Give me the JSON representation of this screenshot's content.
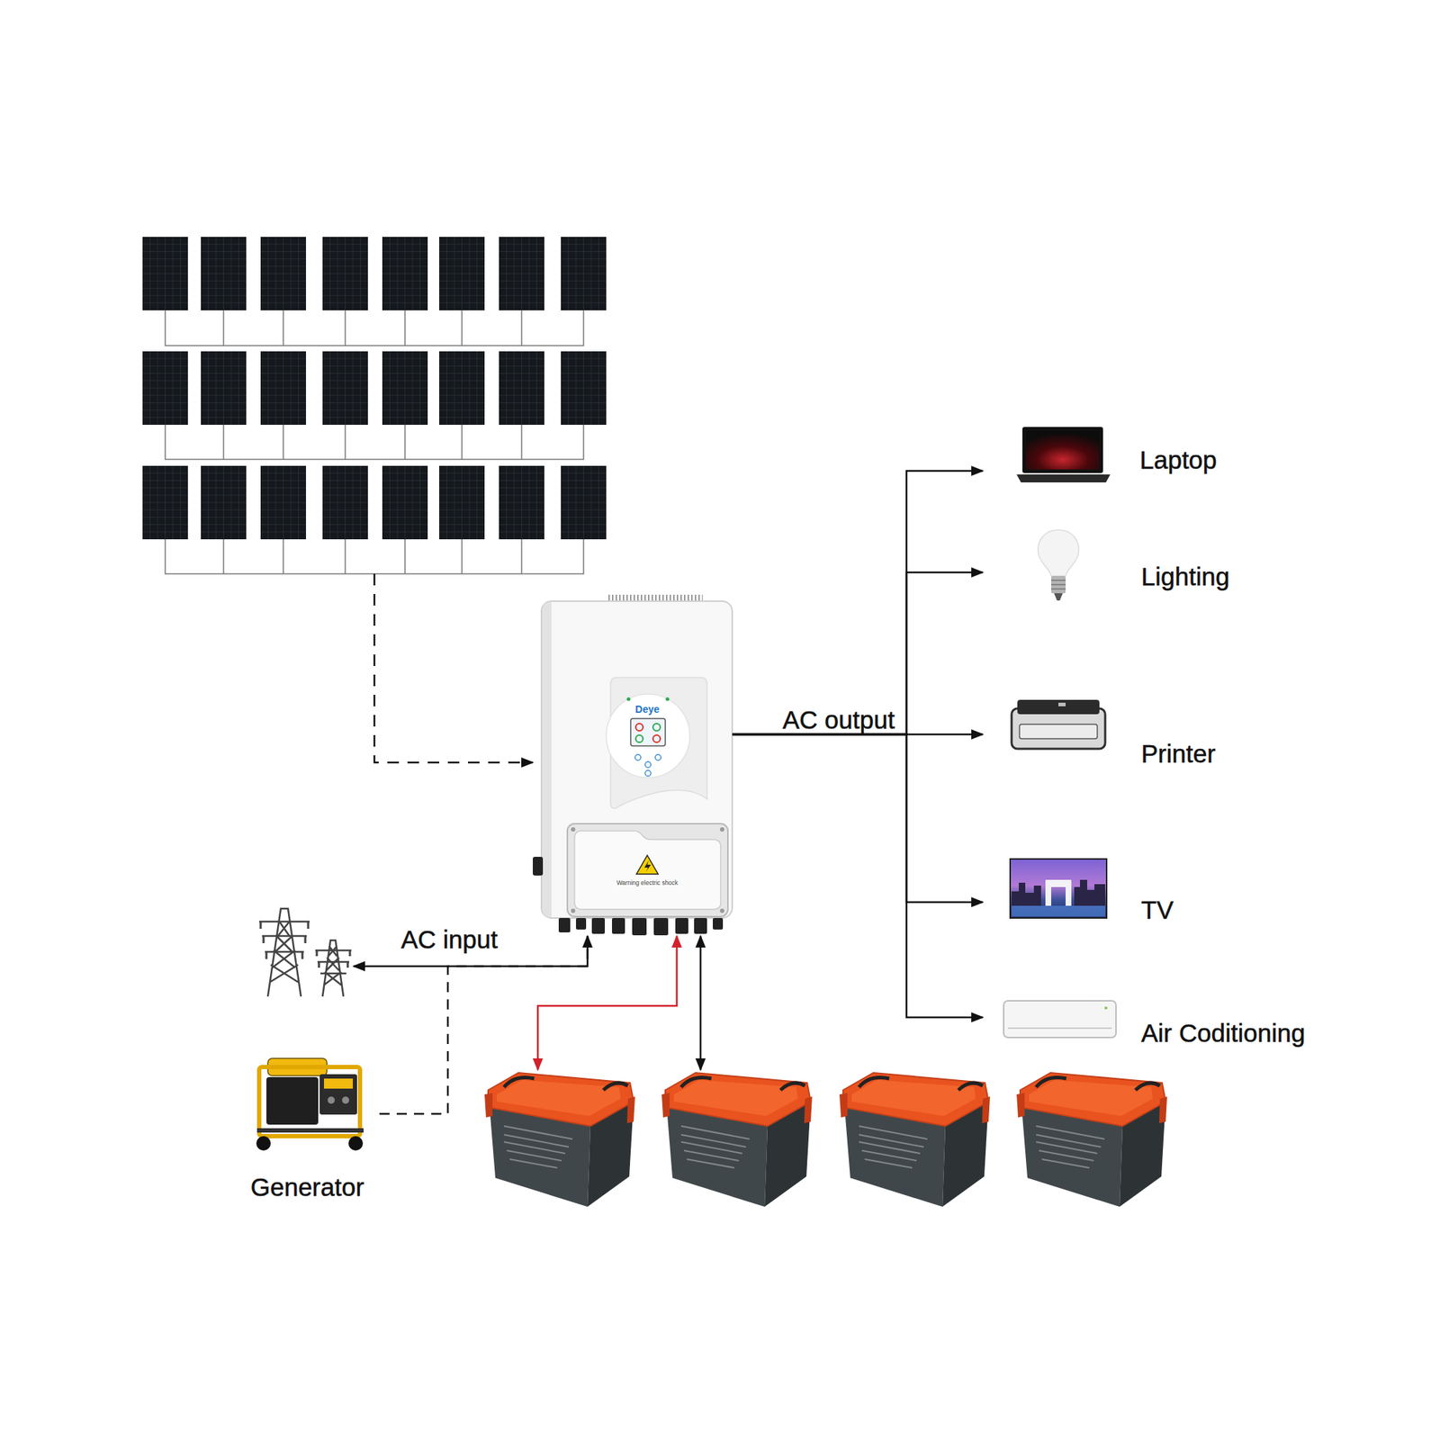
{
  "diagram": {
    "nodes": [
      {
        "text": []
      },
      {
        "text": [
          "Deye",
          "Warning electric shock"
        ]
      },
      {
        "text": [
          "Laptop"
        ]
      },
      {
        "text": [
          "Lighting"
        ]
      },
      {
        "text": [
          "Printer"
        ]
      },
      {
        "text": [
          "TV"
        ]
      },
      {
        "text": [
          "Air Coditioning"
        ]
      },
      {
        "text": []
      },
      {
        "text": [
          "Generator"
        ]
      },
      {
        "text": []
      },
      {
        "text": []
      },
      {
        "text": []
      },
      {
        "text": []
      }
    ],
    "edges": [
      {
        "from": 0,
        "to": 1,
        "arrow": "to"
      },
      {
        "from": 1,
        "to": 2,
        "arrow": "to"
      },
      {
        "from": 1,
        "to": 3,
        "arrow": "to"
      },
      {
        "from": 1,
        "to": 4,
        "arrow": "to",
        "label": "AC output"
      },
      {
        "from": 1,
        "to": 5,
        "arrow": "to"
      },
      {
        "from": 1,
        "to": 6,
        "arrow": "to"
      },
      {
        "from": 7,
        "to": 1,
        "arrow": "both",
        "label": "AC input"
      },
      {
        "from": 8,
        "to": 1,
        "arrow": "none"
      },
      {
        "from": 1,
        "to": 9,
        "arrow": "both"
      },
      {
        "from": 1,
        "to": 10,
        "arrow": "both"
      }
    ]
  }
}
